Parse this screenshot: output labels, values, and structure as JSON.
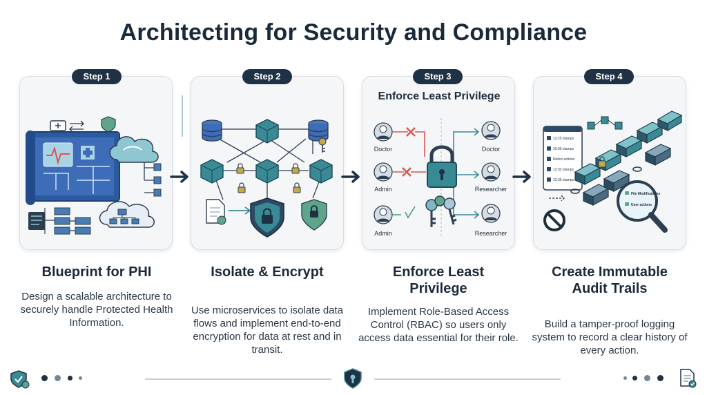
{
  "title": "Architecting for Security and Compliance",
  "steps": [
    {
      "badge": "Step 1",
      "heading": "Blueprint for PHI",
      "description": "Design a scalable architecture to securely handle Protected Health Information."
    },
    {
      "badge": "Step 2",
      "heading": "Isolate & Encrypt",
      "description": "Use microservices to isolate data flows and implement end-to-end encryption for data at rest and in transit."
    },
    {
      "badge": "Step 3",
      "panel_caption": "Enforce Least Privilege",
      "heading": "Enforce Least Privilege",
      "description": "Implement Role-Based Access Control (RBAC) so users only access data essential for their role.",
      "roles": {
        "left": [
          "Doctor",
          "Admin",
          "Admin"
        ],
        "right": [
          "Doctor",
          "Researcher",
          "Researcher"
        ]
      }
    },
    {
      "badge": "Step 4",
      "heading": "Create Immutable Audit Trails",
      "description": "Build a tamper-proof logging system to record a clear history of every action.",
      "log_entries": [
        "12:25 stamps",
        "10:00 stamps",
        "Notice actions",
        "12:32 stamps",
        "12:36 stamps"
      ],
      "magnifier_lines": [
        "File Modifications",
        "User actions"
      ]
    }
  ],
  "colors": {
    "navy": "#1f3144",
    "teal": "#3a8a96",
    "blue": "#2e5c8c",
    "green": "#5fa58a",
    "red": "#d9534f"
  }
}
